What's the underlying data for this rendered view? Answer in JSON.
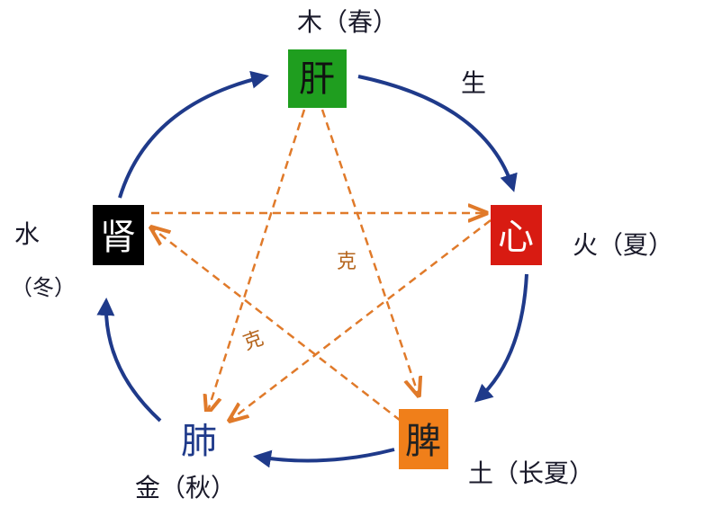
{
  "organs": {
    "liver": {
      "label": "肝",
      "fill": "#1f9e1f",
      "text_color": "#111111"
    },
    "heart": {
      "label": "心",
      "fill": "#d81b12",
      "text_color": "#ffffff"
    },
    "spleen": {
      "label": "脾",
      "fill": "#f07f1a",
      "text_color": "#222222"
    },
    "lung": {
      "label": "肺",
      "fill": "#ffffff",
      "text_color": "#1f3a8a"
    },
    "kidney": {
      "label": "肾",
      "fill": "#000000",
      "text_color": "#ffffff"
    }
  },
  "elements": {
    "wood": "木（春）",
    "fire": "火（夏）",
    "earth": "土（长夏）",
    "metal": "金（秋）",
    "water": "水",
    "water_season": "（冬）"
  },
  "relations": {
    "generate": "生",
    "restrain": "克"
  },
  "colors": {
    "generate_arrow": "#1f3a8a",
    "restrain_arrow": "#e07a2a"
  }
}
